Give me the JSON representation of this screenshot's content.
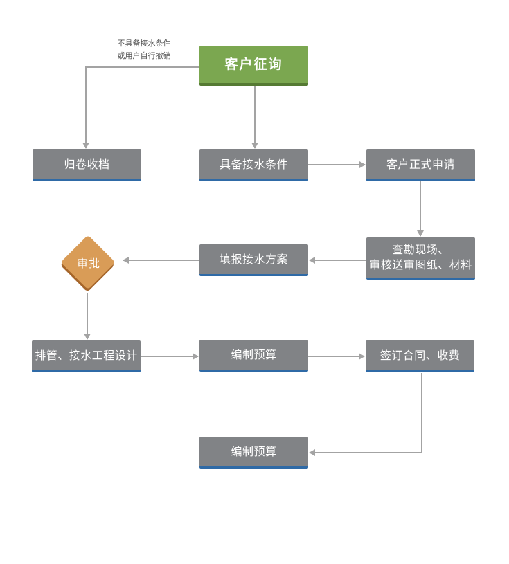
{
  "diagram": {
    "nodes": {
      "customer_inquiry": "客户征询",
      "archive": "归卷收档",
      "has_conditions": "具备接水条件",
      "formal_application": "客户正式申请",
      "site_survey_line1": "查勘现场、",
      "site_survey_line2": "审核送审图纸、材料",
      "fill_plan": "填报接水方案",
      "approval": "审批",
      "pipe_design": "排管、接水工程设计",
      "budget_1": "编制预算",
      "contract": "签订合同、收费",
      "budget_2": "编制预算"
    },
    "edge_labels": {
      "reject_line1": "不具备接水条件",
      "reject_line2": "或用户自行撤销"
    },
    "colors": {
      "start_node": "#7ba750",
      "process_node": "#818386",
      "node_underline": "#2f6aa6",
      "decision_node": "#d99c57",
      "connector": "#a3a3a3"
    }
  }
}
